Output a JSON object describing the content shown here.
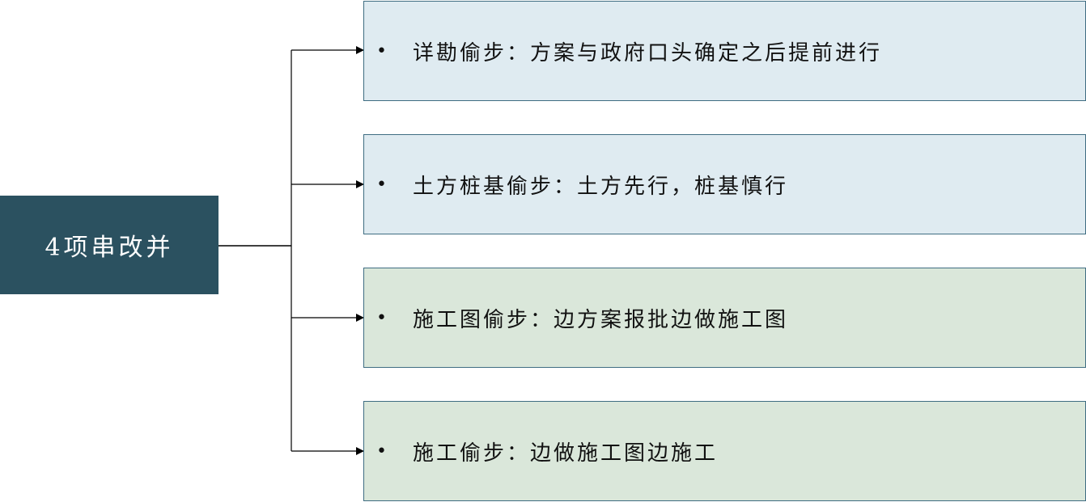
{
  "root": {
    "label": "4项串改并"
  },
  "branches": [
    {
      "bullet": "•",
      "text": "详勘偷步：方案与政府口头确定之后提前进行",
      "color": "#dfebf1"
    },
    {
      "bullet": "•",
      "text": "土方桩基偷步：土方先行，桩基慎行",
      "color": "#dfebf1"
    },
    {
      "bullet": "•",
      "text": "施工图偷步：边方案报批边做施工图",
      "color": "#dae7da"
    },
    {
      "bullet": "•",
      "text": "施工偷步：边做施工图边施工",
      "color": "#dae7da"
    }
  ]
}
